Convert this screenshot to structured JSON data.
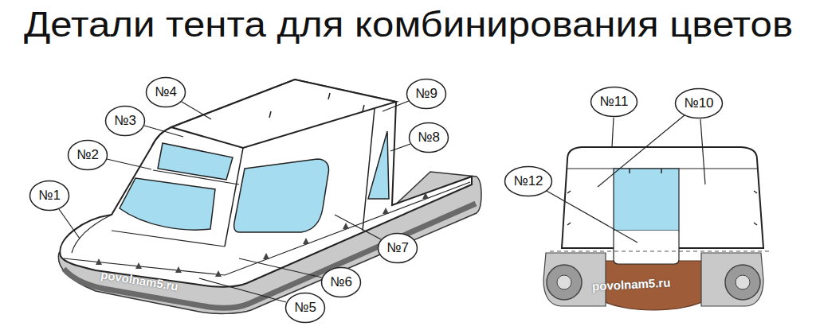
{
  "diagram": {
    "title": "Детали тента для комбинирования цветов",
    "nodes": [
      {
        "text": [
          "№4"
        ]
      },
      {
        "text": [
          "№9"
        ]
      },
      {
        "text": [
          "№11"
        ]
      },
      {
        "text": [
          "№10"
        ]
      },
      {
        "text": [
          "№3"
        ]
      },
      {
        "text": [
          "№8"
        ]
      },
      {
        "text": [
          "№2"
        ]
      },
      {
        "text": [
          "№12"
        ]
      },
      {
        "text": [
          "№1"
        ]
      },
      {
        "text": [
          "№7"
        ]
      },
      {
        "text": [
          "№6"
        ]
      },
      {
        "text": [
          "№5"
        ]
      }
    ],
    "labels": [
      "povolnam5.ru",
      "povolnam5.ru"
    ]
  }
}
